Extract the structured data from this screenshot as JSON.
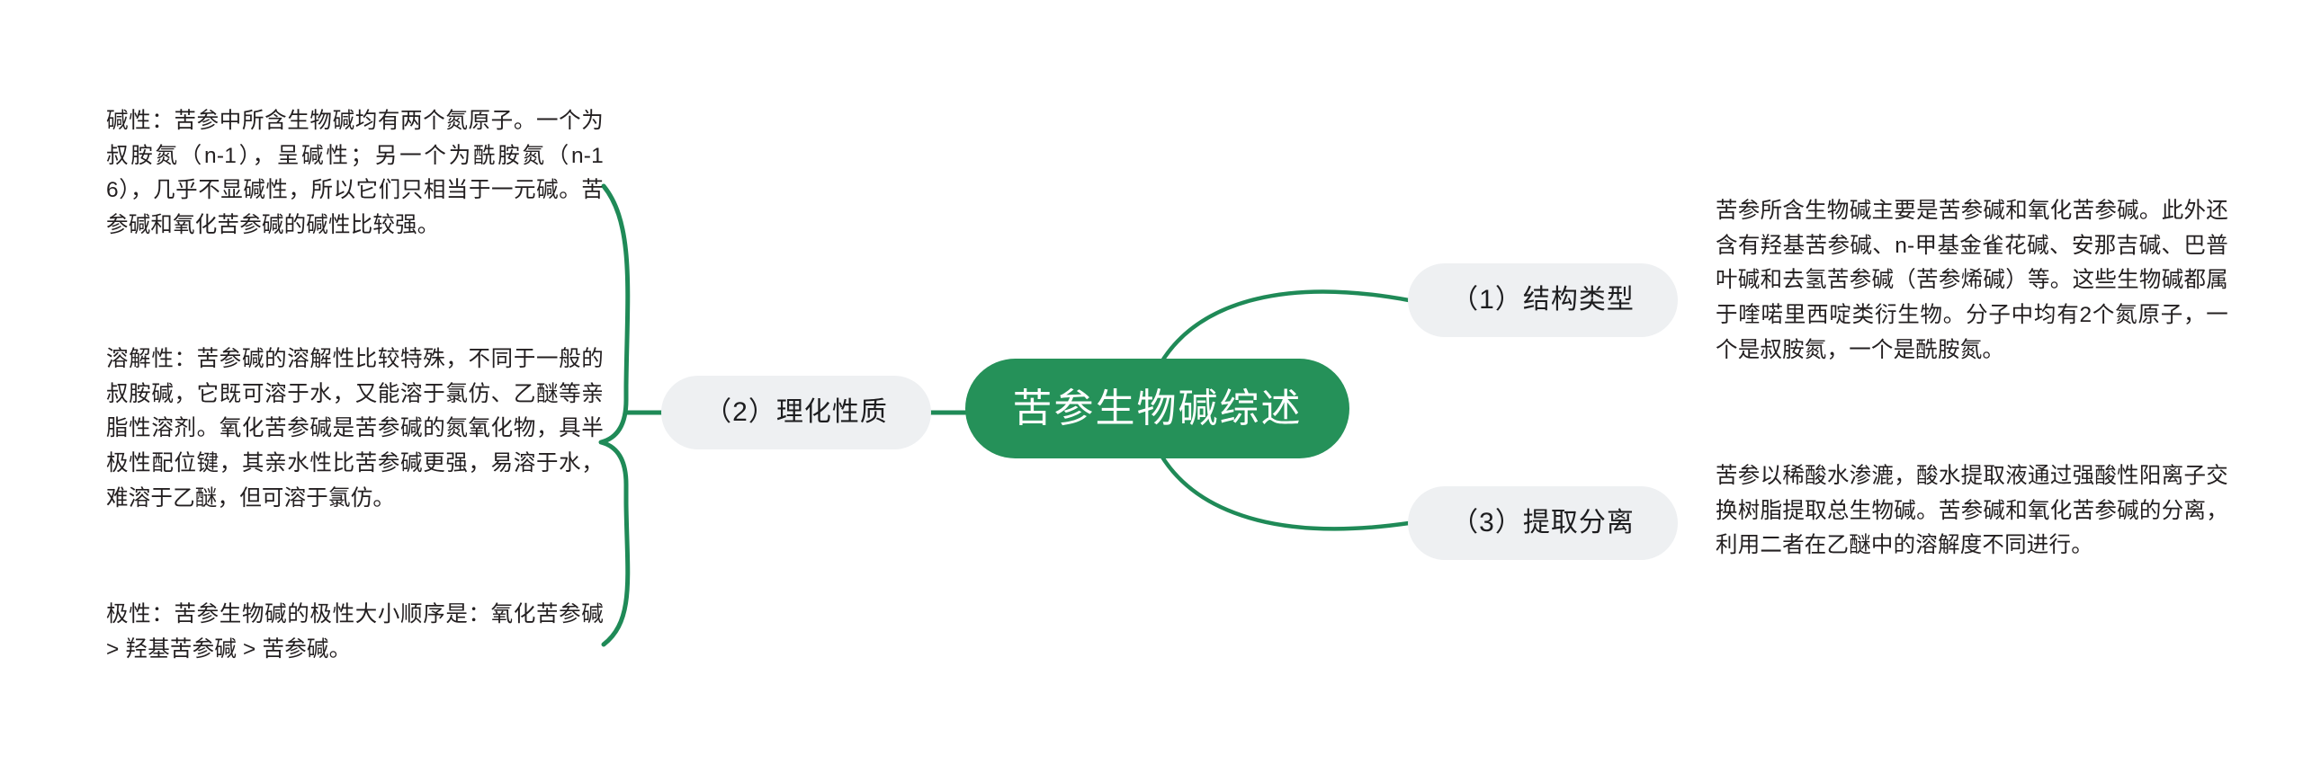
{
  "diagram": {
    "type": "mind-map",
    "title": "苦参生物碱综述",
    "colors": {
      "root_fill": "#259159",
      "root_text": "#ffffff",
      "branch_fill": "#eef0f2",
      "branch_text": "#1d1d1f",
      "edge_stroke": "#1f8a57",
      "leaf_text": "#231f20",
      "background": "#ffffff"
    }
  },
  "root": {
    "label": "苦参生物碱综述"
  },
  "branches": {
    "structure": {
      "label": "（1）结构类型",
      "side": "right",
      "leaf": "苦参所含生物碱主要是苦参碱和氧化苦参碱。此外还含有羟基苦参碱、n-甲基金雀花碱、安那吉碱、巴普叶碱和去氢苦参碱（苦参烯碱）等。这些生物碱都属于喹喏里西啶类衍生物。分子中均有2个氮原子，一个是叔胺氮，一个是酰胺氮。"
    },
    "extraction": {
      "label": "（3）提取分离",
      "side": "right",
      "leaf": "苦参以稀酸水渗漉，酸水提取液通过强酸性阳离子交换树脂提取总生物碱。苦参碱和氧化苦参碱的分离，利用二者在乙醚中的溶解度不同进行。"
    },
    "properties": {
      "label": "（2）理化性质",
      "side": "left",
      "leaves": {
        "basicity": "碱性：苦参中所含生物碱均有两个氮原子。一个为叔胺氮（n-1），呈碱性；另一个为酰胺氮（n-16），几乎不显碱性，所以它们只相当于一元碱。苦参碱和氧化苦参碱的碱性比较强。",
        "solubility": "溶解性：苦参碱的溶解性比较特殊，不同于一般的叔胺碱，它既可溶于水，又能溶于氯仿、乙醚等亲脂性溶剂。氧化苦参碱是苦参碱的氮氧化物，具半极性配位键，其亲水性比苦参碱更强，易溶于水，难溶于乙醚，但可溶于氯仿。",
        "polarity": "极性：苦参生物碱的极性大小顺序是：氧化苦参碱 > 羟基苦参碱 > 苦参碱。"
      }
    }
  }
}
